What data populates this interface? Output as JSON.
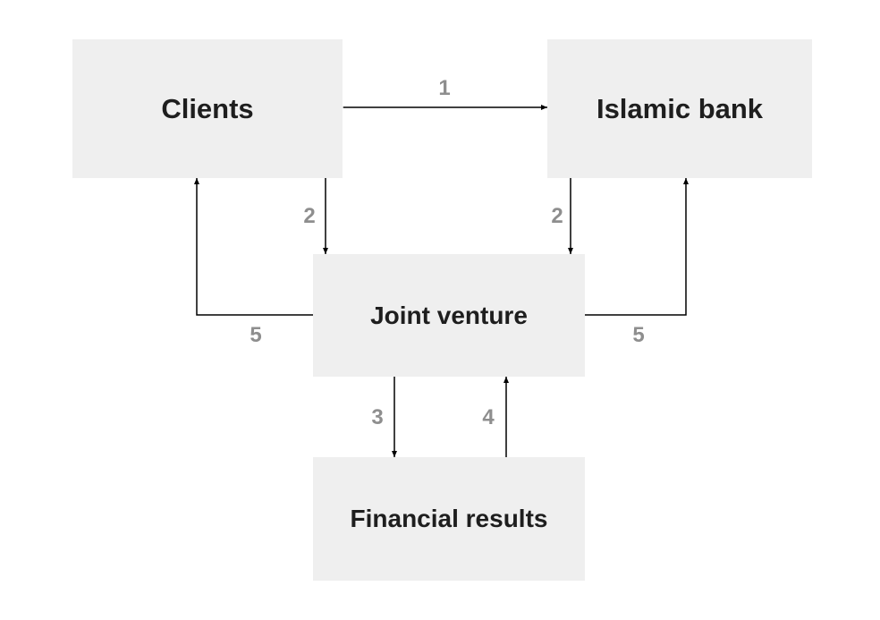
{
  "nodes": {
    "clients": "Clients",
    "islamic_bank": "Islamic bank",
    "joint_venture": "Joint venture",
    "financial_results": "Financial results"
  },
  "steps": {
    "step1": "1",
    "step2_clients": "2",
    "step2_bank": "2",
    "step3": "3",
    "step4": "4",
    "step5_clients": "5",
    "step5_bank": "5"
  },
  "colors": {
    "box_fill": "#efefef",
    "box_text": "#1e1e1e",
    "step_label": "#8e8e8e",
    "arrow": "#000000"
  }
}
